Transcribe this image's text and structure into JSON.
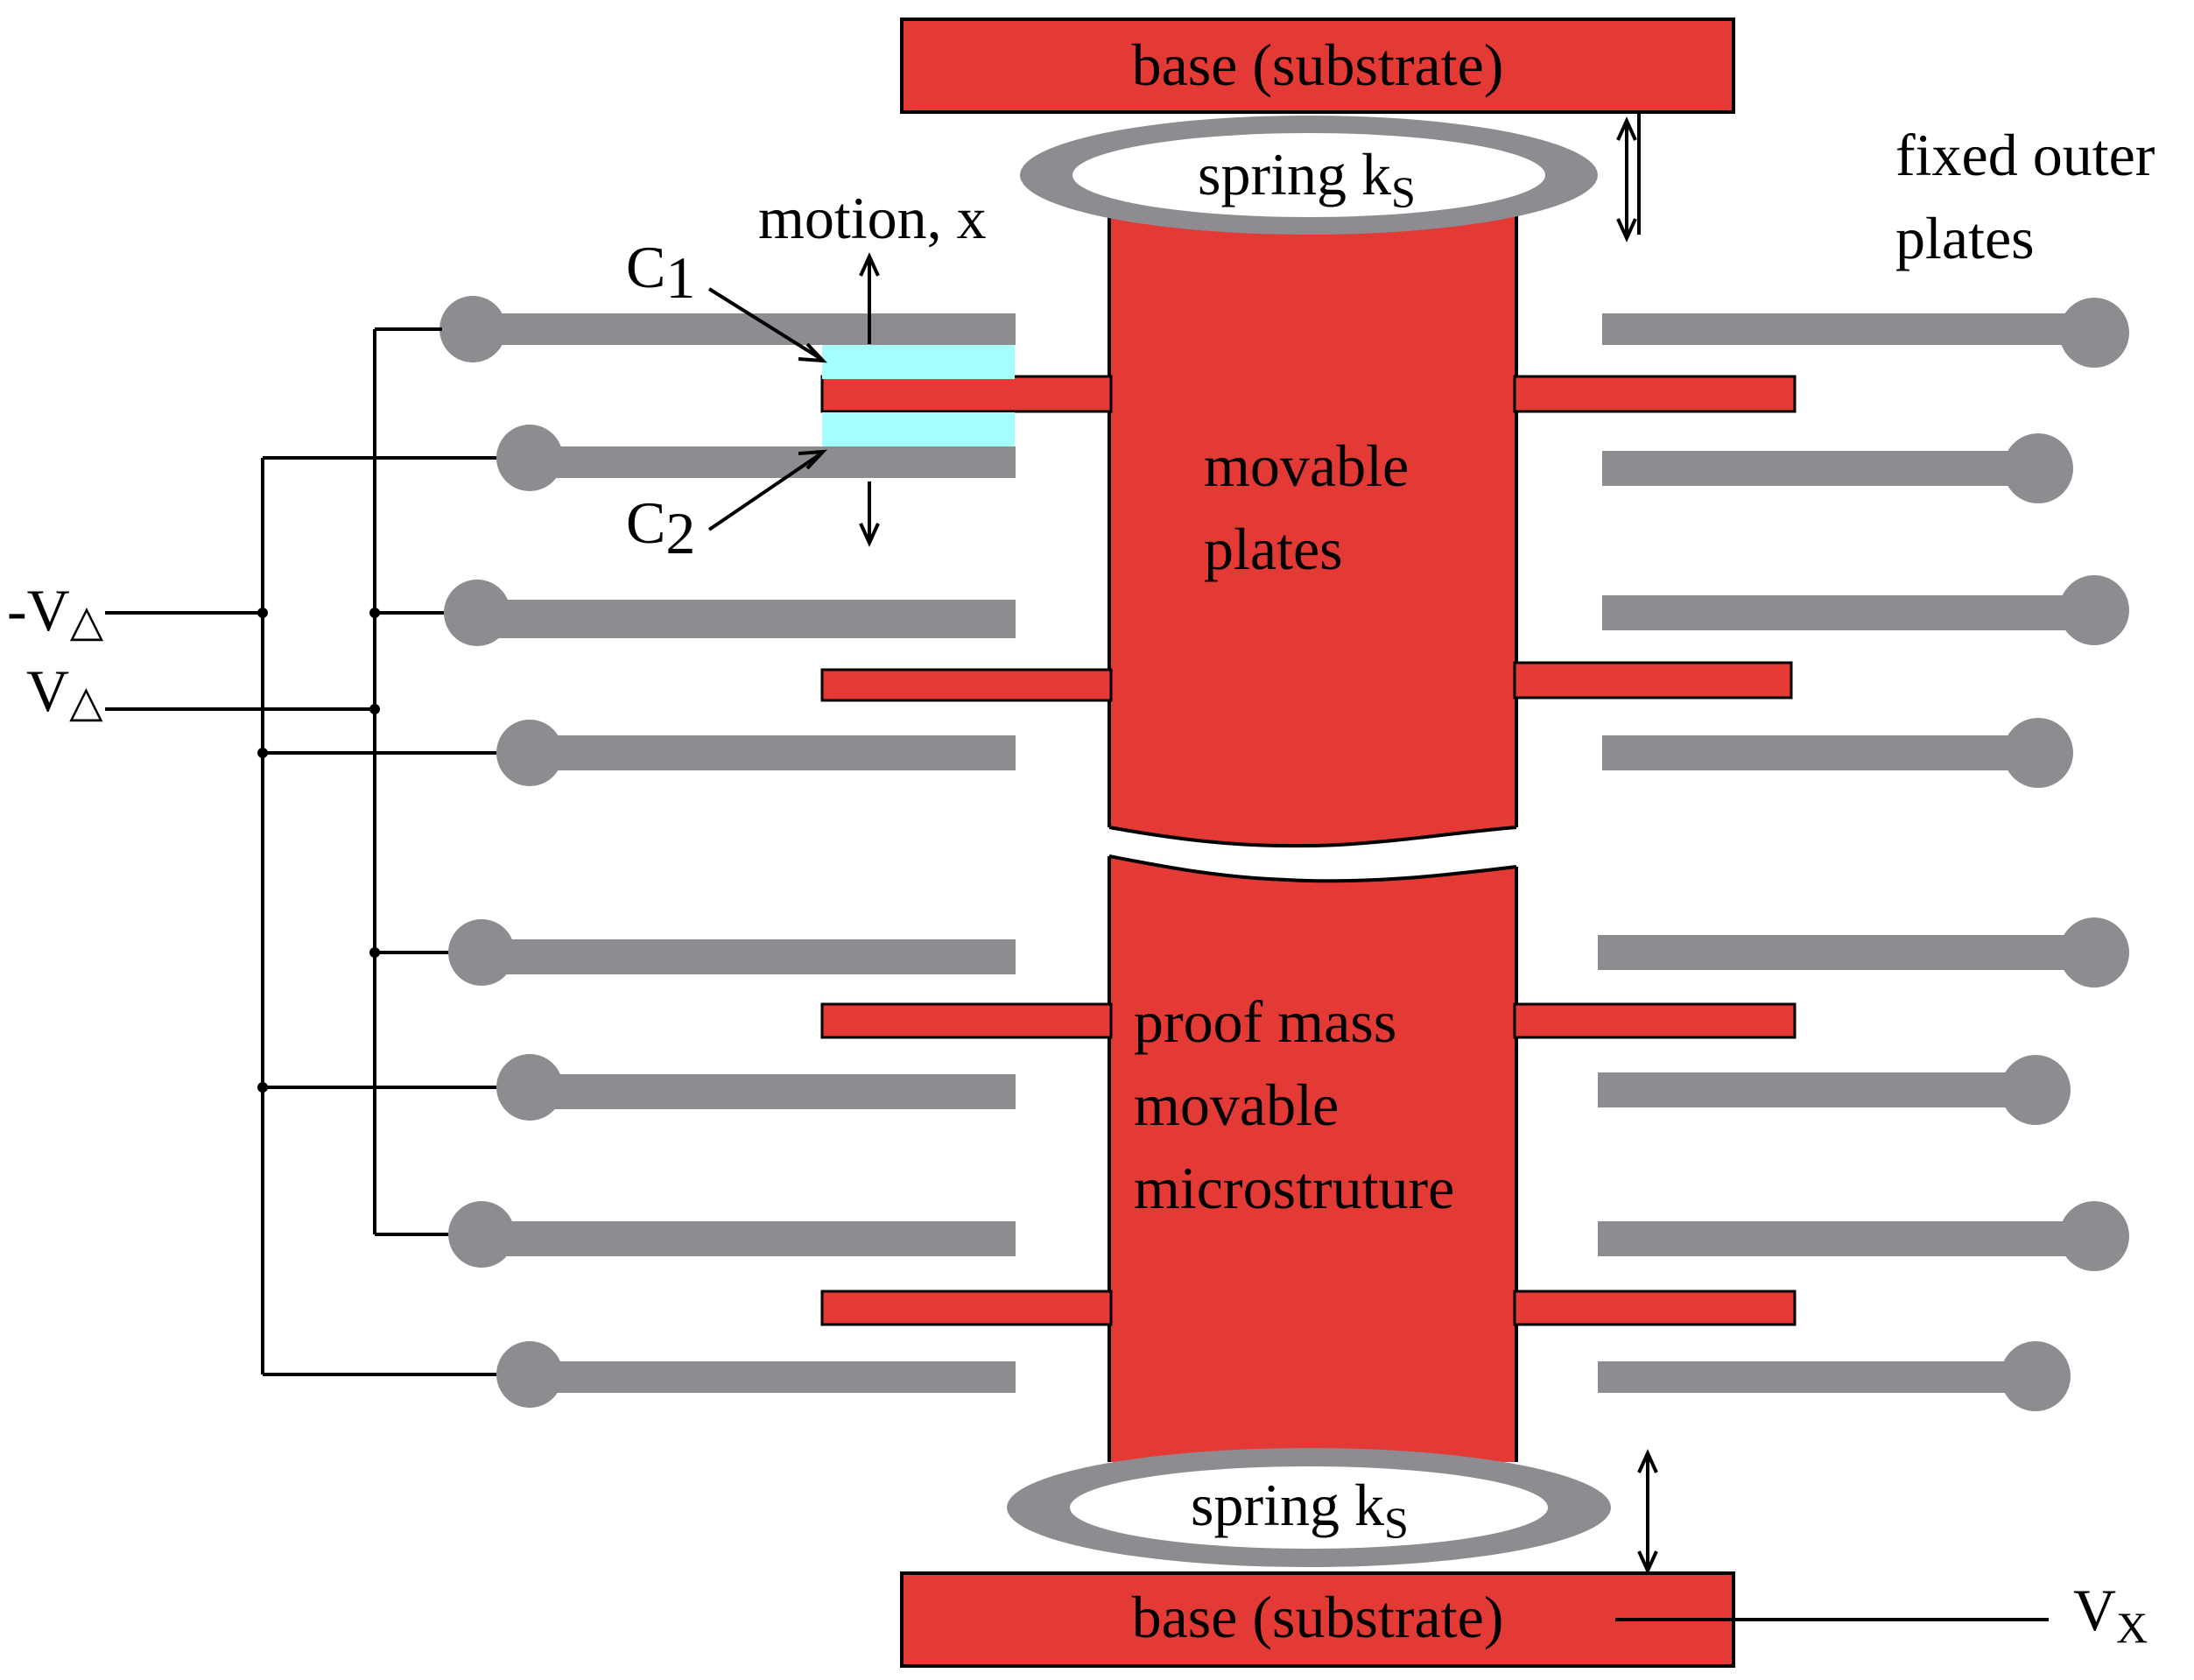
{
  "colors": {
    "mass": "#E43A36",
    "plate": "#8E8B91",
    "capacitor": "#A6FDFE",
    "wire": "#000000",
    "background": "#FFFFFF"
  },
  "labels": {
    "base_top": "base (substrate)",
    "base_bottom": "base (substrate)",
    "spring_top": "spring k",
    "spring_top_sub": "S",
    "spring_bottom": "spring k",
    "spring_bottom_sub": "S",
    "fixed_outer_line1": "fixed outer",
    "fixed_outer_line2": "plates",
    "motion": "motion, x",
    "c1": "C",
    "c1_sub": "1",
    "c2": "C",
    "c2_sub": "2",
    "movable_line1": "movable",
    "movable_line2": "plates",
    "proof_line1": "proof mass",
    "proof_line2": "movable",
    "proof_line3": "microstruture",
    "neg_v": "-V",
    "neg_v_sub": "△",
    "pos_v": "V",
    "pos_v_sub": "△",
    "vx": "V",
    "vx_sub": "X"
  }
}
